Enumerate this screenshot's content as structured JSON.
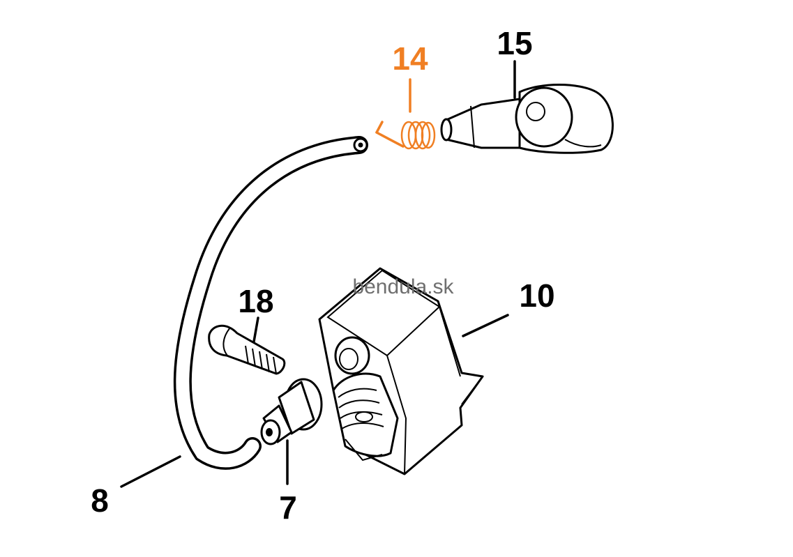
{
  "watermark": "bendula.sk",
  "colors": {
    "highlight": "#f07f23",
    "ink": "#000000",
    "watermark": "#6f6f6f"
  },
  "parts": [
    {
      "id": "14",
      "label": "14",
      "part": "spring",
      "highlighted": true
    },
    {
      "id": "15",
      "label": "15",
      "part": "spark-plug-boot"
    },
    {
      "id": "10",
      "label": "10",
      "part": "ignition-coil"
    },
    {
      "id": "18",
      "label": "18",
      "part": "screw"
    },
    {
      "id": "8",
      "label": "8",
      "part": "ignition-lead"
    },
    {
      "id": "7",
      "label": "7",
      "part": "grommet"
    }
  ]
}
